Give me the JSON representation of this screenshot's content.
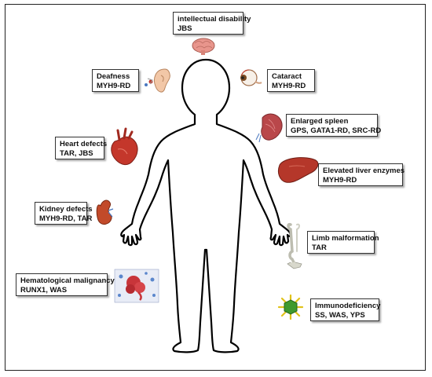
{
  "labels": {
    "intellectual": {
      "name": "intellectual disability",
      "genes": "JBS"
    },
    "deafness": {
      "name": "Deafness",
      "genes": "MYH9-RD"
    },
    "cataract": {
      "name": "Cataract",
      "genes": "MYH9-RD"
    },
    "spleen": {
      "name": "Enlarged spleen",
      "genes": "GPS, GATA1-RD, SRC-RD"
    },
    "heart": {
      "name": "Heart defects",
      "genes": "TAR, JBS"
    },
    "liver": {
      "name": "Elevated liver enzymes",
      "genes": "MYH9-RD"
    },
    "kidney": {
      "name": "Kidney defects",
      "genes": "MYH9-RD, TAR"
    },
    "limb": {
      "name": "Limb malformation",
      "genes": "TAR"
    },
    "heme": {
      "name": "Hematological malignancy",
      "genes": "RUNX1, WAS"
    },
    "immuno": {
      "name": "Immunodeficiency",
      "genes": "SS, WAS, YPS"
    }
  },
  "colors": {
    "outline": "#000000",
    "brain": "#e8958c",
    "organ_red": "#c4372b",
    "liver": "#b5372a",
    "immune_cell": "#3f9a2e",
    "immune_spike": "#e1c21a"
  }
}
